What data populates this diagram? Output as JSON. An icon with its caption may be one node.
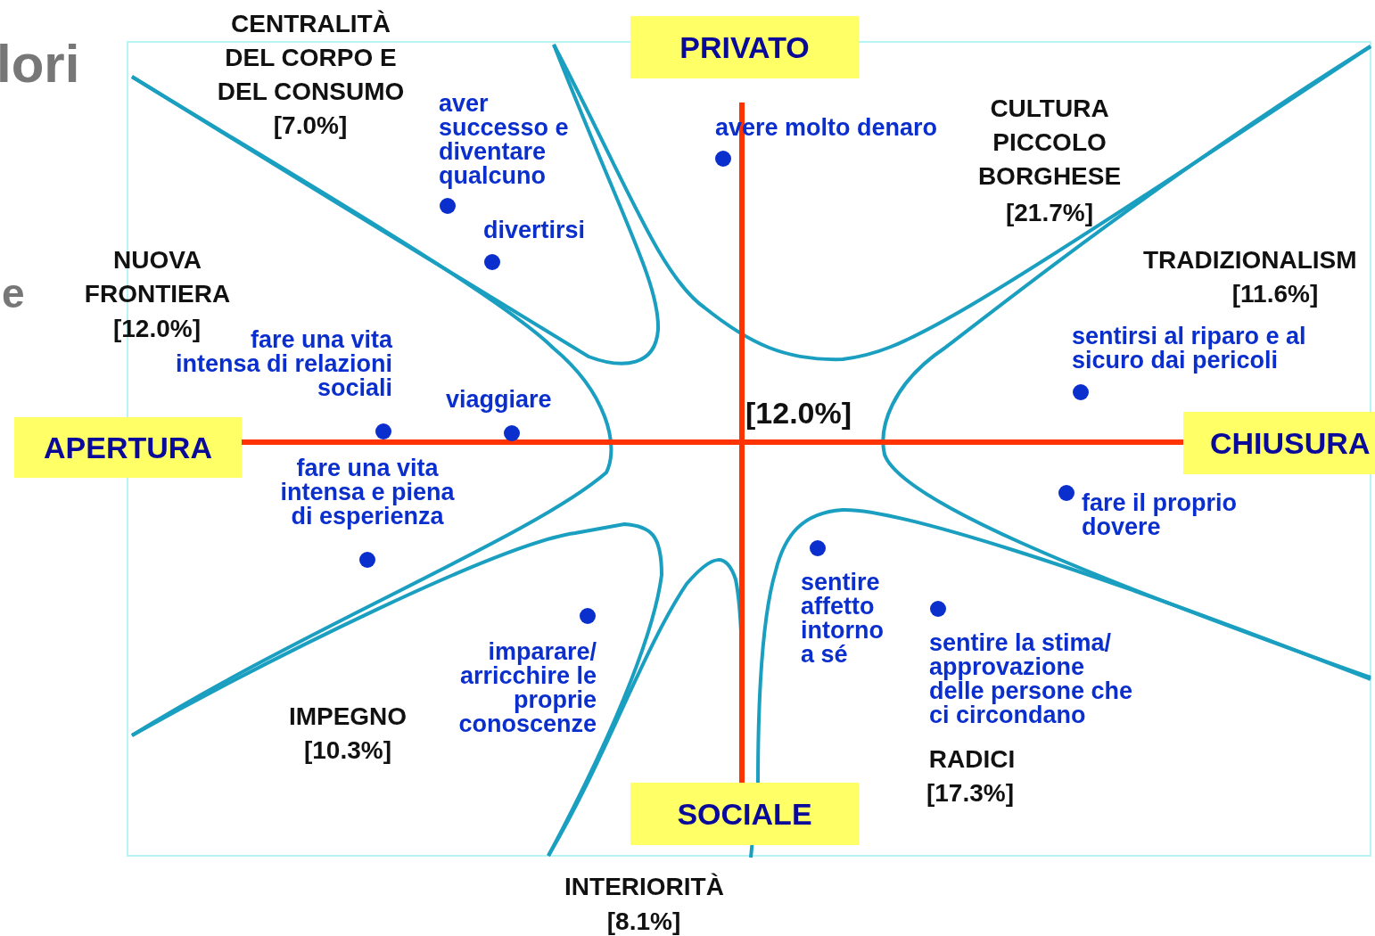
{
  "diagram": {
    "nodes": [
      {
        "text": [
          "PRIVATO"
        ]
      },
      {
        "text": [
          "APERTURA"
        ]
      },
      {
        "text": [
          "CHIUSURA"
        ]
      },
      {
        "text": [
          "SOCIALE"
        ]
      }
    ],
    "edges": [
      {
        "from": 1,
        "to": 2,
        "arrow": "none",
        "color": "#ff3300"
      },
      {
        "from": 0,
        "to": 3,
        "arrow": "none",
        "color": "#ff3300"
      }
    ],
    "labels": [
      "lori",
      "CENTRALITÀ DEL CORPO E DEL CONSUMO",
      "[7.0%]",
      "aver successo e diventare qualcuno",
      "avere molto denaro",
      "CULTURA PICCOLO BORGHESE",
      "[21.7%]",
      "divertirsi",
      "NUOVA FRONTIERA",
      "e",
      "TRADIZIONALISM",
      "[12.0%]",
      "[11.6%]",
      "fare una vita intensa di relazioni sociali",
      "sentirsi al riparo e al sicuro dai pericoli",
      "viaggiare",
      "[12.0%]",
      "fare una vita intensa e piena di esperienza",
      "fare il proprio dovere",
      "sentire affetto intorno a sé",
      "sentire la stima/ approvazione delle persone che ci circondano",
      "imparare/ arricchire le proprie conoscenze",
      "IMPEGNO",
      "[10.3%]",
      "RADICI",
      "[17.3%]",
      "INTERIORITÀ",
      "[8.1%]"
    ]
  }
}
